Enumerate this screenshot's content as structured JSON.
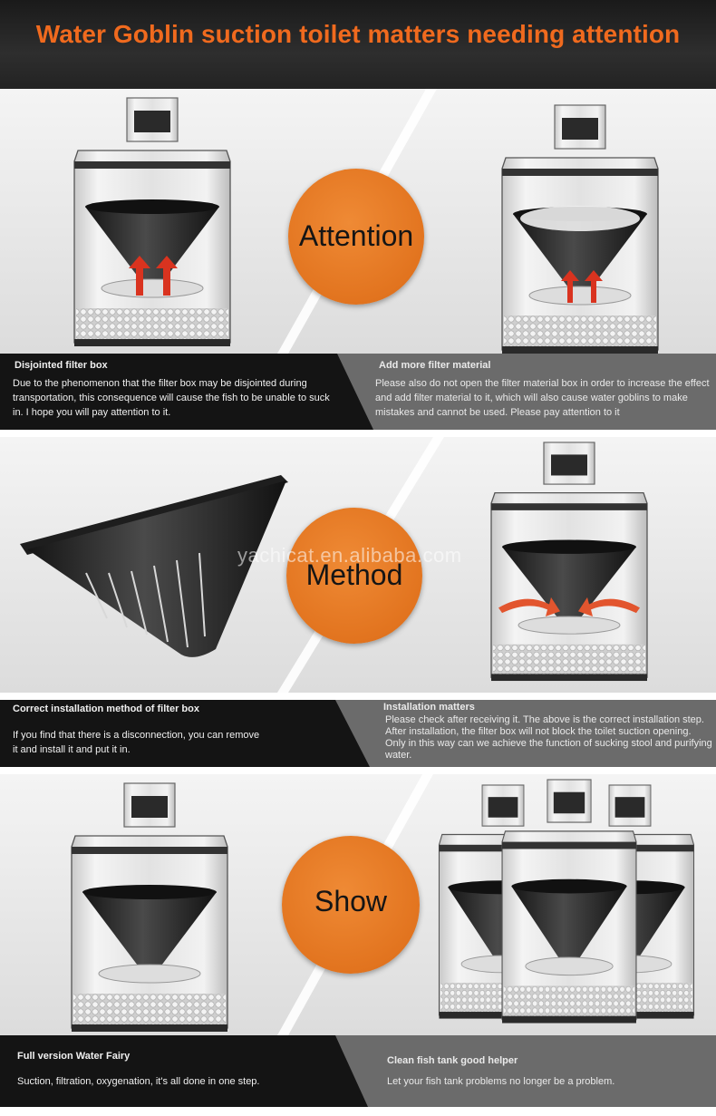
{
  "header": {
    "title": "Water Goblin suction toilet matters needing attention"
  },
  "colors": {
    "accent": "#e8782a",
    "title": "#f06a1e",
    "dark": "#111111",
    "grey": "#6b6b6b"
  },
  "sections": [
    {
      "circle_label": "Attention",
      "left": {
        "title": "Disjointed filter box",
        "text": "Due to the phenomenon that the filter box may be disjointed during transportation, this consequence will cause the fish to be unable to suck in. I hope you will pay attention to it."
      },
      "right": {
        "title": "Add more filter material",
        "text": "Please also do not open the filter material box in order to increase the effect and add filter material to it, which will also cause water goblins to make mistakes and cannot be used. Please pay attention to it"
      }
    },
    {
      "circle_label": "Method",
      "watermark": "yachicat.en.alibaba.com",
      "left": {
        "title": "Correct installation method of filter box",
        "text": "If you find that there is a disconnection, you can remove it and install it and put it in."
      },
      "right": {
        "title": "Installation matters",
        "text": "Please check after receiving it. The above is the correct installation step. After installation, the filter box will not block the toilet suction opening. Only in this way can we achieve the function of sucking stool and purifying water."
      }
    },
    {
      "circle_label": "Show",
      "left": {
        "title": "Full version Water Fairy",
        "text": "Suction, filtration, oxygenation, it's all done in one step."
      },
      "right": {
        "title": "Clean fish tank good helper",
        "text": "Let your fish tank problems no longer be a problem."
      }
    }
  ]
}
